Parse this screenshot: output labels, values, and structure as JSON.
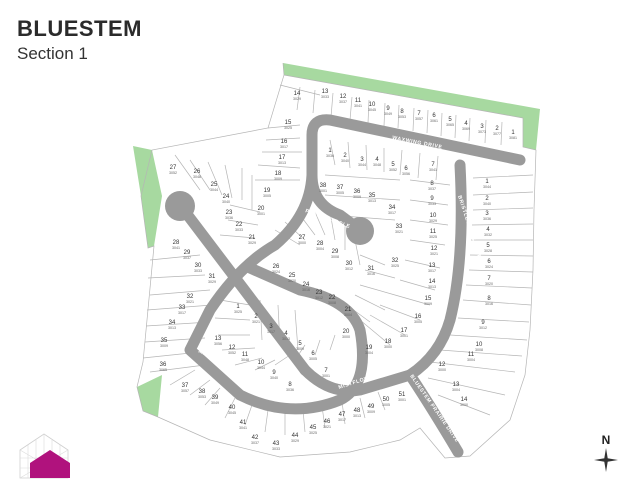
{
  "header": {
    "title": "BLUESTEM",
    "subtitle": "Section 1"
  },
  "compass": {
    "label": "N"
  },
  "colors": {
    "road": "#9a9a9a",
    "green": "#a7d9a0",
    "lot_line": "#b5b5b5",
    "logo": "#b0127d"
  },
  "streets": {
    "waxwing": "WAXWING DRIVE",
    "bristlegrass": "BRISTLEGRASS STREET",
    "plains": "PLAINS CIRCLE",
    "chestnut": "CHESTNUT LANE",
    "mistflower_w": "MISTFLOWER TRAIL",
    "mistflower_e": "MISTFLOWER TRAIL",
    "prairie": "BLUESTEM PRAIRIE DRIVE"
  },
  "lots": [
    {
      "n": "14",
      "a": "3029"
    },
    {
      "n": "13",
      "a": "3033"
    },
    {
      "n": "12",
      "a": "3037"
    },
    {
      "n": "11",
      "a": "3041"
    },
    {
      "n": "10",
      "a": "3045"
    },
    {
      "n": "9",
      "a": "3049"
    },
    {
      "n": "8",
      "a": "3053"
    },
    {
      "n": "7",
      "a": "3057"
    },
    {
      "n": "6",
      "a": "3061"
    },
    {
      "n": "5",
      "a": "3065"
    },
    {
      "n": "4",
      "a": "3069"
    },
    {
      "n": "3",
      "a": "3073"
    },
    {
      "n": "2",
      "a": "3077"
    },
    {
      "n": "1",
      "a": "3081"
    },
    {
      "n": "15",
      "a": "3025"
    },
    {
      "n": "16",
      "a": "3017"
    },
    {
      "n": "17",
      "a": "3013"
    },
    {
      "n": "18",
      "a": "3009"
    },
    {
      "n": "19",
      "a": "3005"
    },
    {
      "n": "20",
      "a": "3001"
    },
    {
      "n": "21",
      "a": "3029"
    },
    {
      "n": "22",
      "a": "3033"
    },
    {
      "n": "23",
      "a": "3036"
    },
    {
      "n": "24",
      "a": "3040"
    },
    {
      "n": "25",
      "a": "3044"
    },
    {
      "n": "26",
      "a": "3048"
    },
    {
      "n": "27",
      "a": "3052"
    },
    {
      "n": "28",
      "a": "3041"
    },
    {
      "n": "29",
      "a": "3037"
    },
    {
      "n": "30",
      "a": "3033"
    },
    {
      "n": "31",
      "a": "3029"
    },
    {
      "n": "32",
      "a": "3021"
    },
    {
      "n": "33",
      "a": "3017"
    },
    {
      "n": "34",
      "a": "3013"
    },
    {
      "n": "35",
      "a": "3009"
    },
    {
      "n": "36",
      "a": "3065"
    },
    {
      "n": "37",
      "a": "3057"
    },
    {
      "n": "38",
      "a": "3053"
    },
    {
      "n": "39",
      "a": "3049"
    },
    {
      "n": "40",
      "a": "3045"
    },
    {
      "n": "41",
      "a": "3041"
    },
    {
      "n": "42",
      "a": "3037"
    },
    {
      "n": "43",
      "a": "3033"
    },
    {
      "n": "44",
      "a": "3029"
    },
    {
      "n": "45",
      "a": "3025"
    },
    {
      "n": "46",
      "a": "3021"
    },
    {
      "n": "47",
      "a": "3017"
    },
    {
      "n": "48",
      "a": "3013"
    },
    {
      "n": "49",
      "a": "3009"
    },
    {
      "n": "50",
      "a": "3005"
    },
    {
      "n": "51",
      "a": "3001"
    },
    {
      "n": "1",
      "a": "3036"
    },
    {
      "n": "2",
      "a": "3040"
    },
    {
      "n": "3",
      "a": "3044"
    },
    {
      "n": "4",
      "a": "3048"
    },
    {
      "n": "5",
      "a": "3052"
    },
    {
      "n": "6",
      "a": "3056"
    },
    {
      "n": "7",
      "a": "3041"
    },
    {
      "n": "8",
      "a": "3037"
    },
    {
      "n": "9",
      "a": "3033"
    },
    {
      "n": "10",
      "a": "3029"
    },
    {
      "n": "11",
      "a": "3025"
    },
    {
      "n": "12",
      "a": "3021"
    },
    {
      "n": "13",
      "a": "3017"
    },
    {
      "n": "14",
      "a": "3013"
    },
    {
      "n": "15",
      "a": "3009"
    },
    {
      "n": "16",
      "a": "3005"
    },
    {
      "n": "17",
      "a": "3001"
    },
    {
      "n": "18",
      "a": "3000"
    },
    {
      "n": "19",
      "a": "3004"
    },
    {
      "n": "20",
      "a": "3000"
    },
    {
      "n": "21",
      "a": "3004"
    },
    {
      "n": "22",
      "a": "3008"
    },
    {
      "n": "23",
      "a": "3012"
    },
    {
      "n": "24",
      "a": "3016"
    },
    {
      "n": "25",
      "a": "3020"
    },
    {
      "n": "26",
      "a": "3024"
    },
    {
      "n": "27",
      "a": "3000"
    },
    {
      "n": "28",
      "a": "3004"
    },
    {
      "n": "29",
      "a": "3008"
    },
    {
      "n": "30",
      "a": "3012"
    },
    {
      "n": "31",
      "a": "3016"
    },
    {
      "n": "32",
      "a": "3025"
    },
    {
      "n": "33",
      "a": "3021"
    },
    {
      "n": "34",
      "a": "3017"
    },
    {
      "n": "35",
      "a": "3013"
    },
    {
      "n": "36",
      "a": "3009"
    },
    {
      "n": "37",
      "a": "3005"
    },
    {
      "n": "38",
      "a": "3001"
    },
    {
      "n": "1",
      "a": "3025"
    },
    {
      "n": "2",
      "a": "3021"
    },
    {
      "n": "3",
      "a": "3017"
    },
    {
      "n": "4",
      "a": "3013"
    },
    {
      "n": "5",
      "a": "3009"
    },
    {
      "n": "6",
      "a": "3005"
    },
    {
      "n": "7",
      "a": "3001"
    },
    {
      "n": "8",
      "a": "3036"
    },
    {
      "n": "9",
      "a": "3040"
    },
    {
      "n": "10",
      "a": "3044"
    },
    {
      "n": "11",
      "a": "3048"
    },
    {
      "n": "12",
      "a": "3052"
    },
    {
      "n": "13",
      "a": "3056"
    },
    {
      "n": "1",
      "a": "3044"
    },
    {
      "n": "2",
      "a": "3040"
    },
    {
      "n": "3",
      "a": "3036"
    },
    {
      "n": "4",
      "a": "3032"
    },
    {
      "n": "5",
      "a": "3028"
    },
    {
      "n": "6",
      "a": "3024"
    },
    {
      "n": "7",
      "a": "3020"
    },
    {
      "n": "8",
      "a": "3016"
    },
    {
      "n": "9",
      "a": "3012"
    },
    {
      "n": "10",
      "a": "3008"
    },
    {
      "n": "11",
      "a": "3004"
    },
    {
      "n": "12",
      "a": "3000"
    },
    {
      "n": "13",
      "a": "3004"
    },
    {
      "n": "14",
      "a": "3000"
    }
  ]
}
